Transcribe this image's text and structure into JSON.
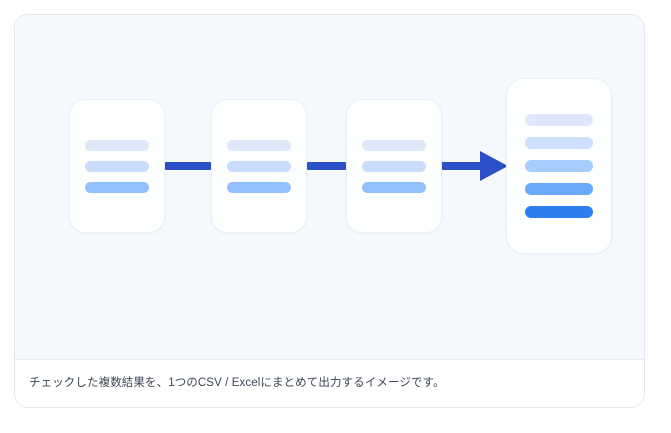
{
  "figure": {
    "caption": "チェックした複数結果を、1つのCSV / Excelにまとめて出力するイメージです。",
    "background_color": "#f5f8fc",
    "panel_border_color": "#e3e8ef",
    "caption_color": "#3c4654"
  },
  "diagram": {
    "type": "pipeline-merge",
    "accent_color": "#2b50c8",
    "arrow_color": "#2b50c8",
    "source_cards": [
      {
        "name": "result-card-1",
        "bars": [
          {
            "color": "#dfe8f9"
          },
          {
            "color": "#cadcfb"
          },
          {
            "color": "#93c0fc"
          }
        ]
      },
      {
        "name": "result-card-2",
        "bars": [
          {
            "color": "#dfe8f9"
          },
          {
            "color": "#cadcfb"
          },
          {
            "color": "#93c0fc"
          }
        ]
      },
      {
        "name": "result-card-3",
        "bars": [
          {
            "color": "#dfe8f9"
          },
          {
            "color": "#cadcfb"
          },
          {
            "color": "#93c0fc"
          }
        ]
      }
    ],
    "merged_card": {
      "name": "merged-output-card",
      "bars": [
        {
          "color": "#dfe8fa"
        },
        {
          "color": "#cfe0fc"
        },
        {
          "color": "#a6cdfd"
        },
        {
          "color": "#6aa8fa"
        },
        {
          "color": "#2f7df0"
        }
      ]
    },
    "connectors": [
      {
        "color": "#2b50c8"
      },
      {
        "color": "#2b50c8"
      }
    ]
  }
}
